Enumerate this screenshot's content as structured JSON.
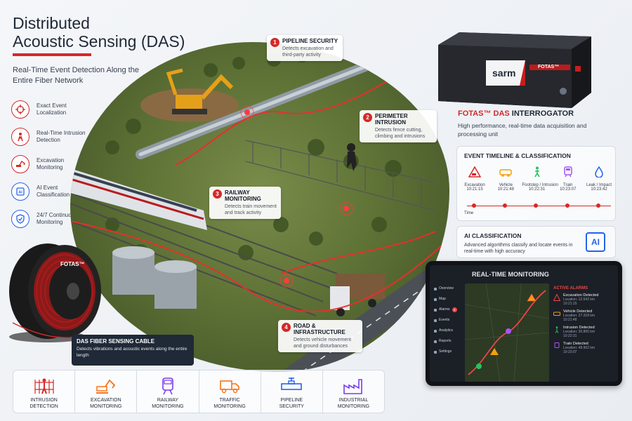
{
  "header": {
    "title_line1": "Distributed",
    "title_line2": "Acoustic Sensing (DAS)",
    "subtitle": "Real-Time Event Detection Along the Entire Fiber Network"
  },
  "features": [
    {
      "label": "Exact Event Localization",
      "icon": "crosshair-icon"
    },
    {
      "label": "Real-Time Intrusion Detection",
      "icon": "person-icon"
    },
    {
      "label": "Excavation Monitoring",
      "icon": "excavator-icon"
    },
    {
      "label": "AI Event Classification",
      "icon": "ai-icon"
    },
    {
      "label": "24/7 Continuous Monitoring",
      "icon": "shield-check-icon"
    }
  ],
  "callouts": [
    {
      "num": "1",
      "title": "Pipeline Security",
      "desc": "Detects excavation and third-party activity"
    },
    {
      "num": "2",
      "title": "Perimeter Intrusion",
      "desc": "Detects fence cutting, climbing and intrusions"
    },
    {
      "num": "3",
      "title": "Railway Monitoring",
      "desc": "Detects train movement and track activity"
    },
    {
      "num": "4",
      "title": "Road & Infrastructure",
      "desc": "Detects vehicle movement and ground disturbances"
    }
  ],
  "interrogator": {
    "brand": "FOTAS™",
    "logo": "sarm",
    "title_brand": "FOTAS™ DAS",
    "title_rest": " INTERROGATOR",
    "desc": "High performance, real-time data acquisition and processing unit"
  },
  "timeline": {
    "title": "EVENT TIMELINE & CLASSIFICATION",
    "axis_label": "Time",
    "events": [
      {
        "label": "Excavation",
        "time": "10:21:15",
        "icon": "excavation-warning-icon"
      },
      {
        "label": "Vehicle",
        "time": "10:21:48",
        "icon": "vehicle-icon"
      },
      {
        "label": "Footstep / Intrusion",
        "time": "10:22:31",
        "icon": "walking-person-icon"
      },
      {
        "label": "Train",
        "time": "10:23:07",
        "icon": "train-icon"
      },
      {
        "label": "Leak / Impact",
        "time": "10:23:42",
        "icon": "droplet-icon"
      }
    ]
  },
  "ai": {
    "title": "AI CLASSIFICATION",
    "desc": "Advanced algorithms classify and locate events in real-time with high accuracy",
    "chip": "AI"
  },
  "tablet": {
    "title": "REAL-TIME MONITORING",
    "nav": [
      "Overview",
      "Map",
      "Alarms",
      "Events",
      "Analytics",
      "Reports",
      "Settings"
    ],
    "alarm_badge": "4",
    "alarms_head": "ACTIVE ALARMS",
    "alarms": [
      {
        "title": "Excavation Detected",
        "loc": "Location: 12.542 km",
        "time": "10:21:15",
        "color": "#ef4444"
      },
      {
        "title": "Vehicle Detected",
        "loc": "Location: 27.318 km",
        "time": "10:21:48",
        "color": "#f59e0b"
      },
      {
        "title": "Intrusion Detected",
        "loc": "Location: 35.865 km",
        "time": "10:22:31",
        "color": "#22c55e"
      },
      {
        "title": "Train Detected",
        "loc": "Location: 48.902 km",
        "time": "10:23:07",
        "color": "#a855f7"
      }
    ]
  },
  "cable": {
    "spool_label": "FOTAS™",
    "title": "DAS FIBER SENSING CABLE",
    "desc": "Detects vibrations and acoustic events along the entire length"
  },
  "applications": [
    {
      "label_1": "Intrusion",
      "label_2": "Detection",
      "icon": "intrusion-icon",
      "color": "#d62828"
    },
    {
      "label_1": "Excavation",
      "label_2": "Monitoring",
      "icon": "excavator-icon",
      "color": "#f97316"
    },
    {
      "label_1": "Railway",
      "label_2": "Monitoring",
      "icon": "train-icon",
      "color": "#7c3aed"
    },
    {
      "label_1": "Traffic",
      "label_2": "Monitoring",
      "icon": "truck-icon",
      "color": "#f97316"
    },
    {
      "label_1": "Pipeline",
      "label_2": "Security",
      "icon": "pipeline-icon",
      "color": "#2563eb"
    },
    {
      "label_1": "Industrial",
      "label_2": "Monitoring",
      "icon": "factory-icon",
      "color": "#7c3aed"
    }
  ],
  "colors": {
    "accent": "#d62828",
    "blue": "#2563eb",
    "dark": "#1f2937"
  }
}
